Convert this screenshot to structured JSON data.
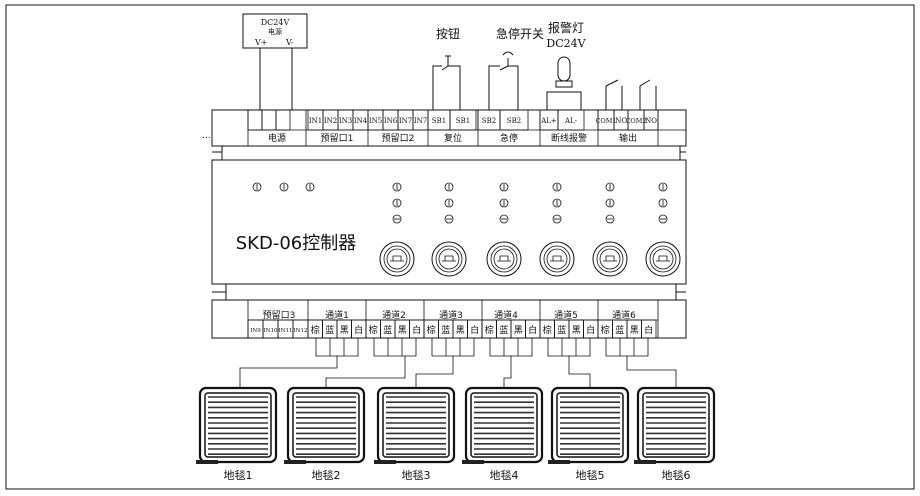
{
  "power_supply": {
    "label_line1": "DC24V",
    "label_line2": "电源",
    "plus": "V+",
    "minus": "V-"
  },
  "top_components": {
    "button": "按钮",
    "estop": "急停开关",
    "alarm_line1": "报警灯",
    "alarm_line2": "DC24V"
  },
  "top_terminals": [
    "",
    "",
    "",
    "IN1",
    "IN2",
    "IN3",
    "IN4",
    "IN5",
    "IN6",
    "IN7",
    "IN7",
    "SB1",
    "SB1",
    "SB2",
    "SB2",
    "AL+",
    "AL-",
    "COM1",
    "NC",
    "COM2",
    "NO"
  ],
  "top_groups": [
    "电源",
    "预留口1",
    "预留口2",
    "复位",
    "急停",
    "断线报警",
    "输出"
  ],
  "device_name": "SKD-06控制器",
  "bottom_header": [
    "预留口3",
    "通道1",
    "通道2",
    "通道3",
    "通道4",
    "通道5",
    "通道6"
  ],
  "reserve3_terminals": [
    "IN9",
    "IN10",
    "IN11",
    "IN12"
  ],
  "channel_wires": [
    "棕",
    "蓝",
    "黑",
    "白"
  ],
  "channel6_wires": [
    "棕",
    "蓝",
    "黑",
    "白"
  ],
  "mats": [
    "地毯1",
    "地毯2",
    "地毯3",
    "地毯4",
    "地毯5",
    "地毯6"
  ],
  "dots": "..."
}
